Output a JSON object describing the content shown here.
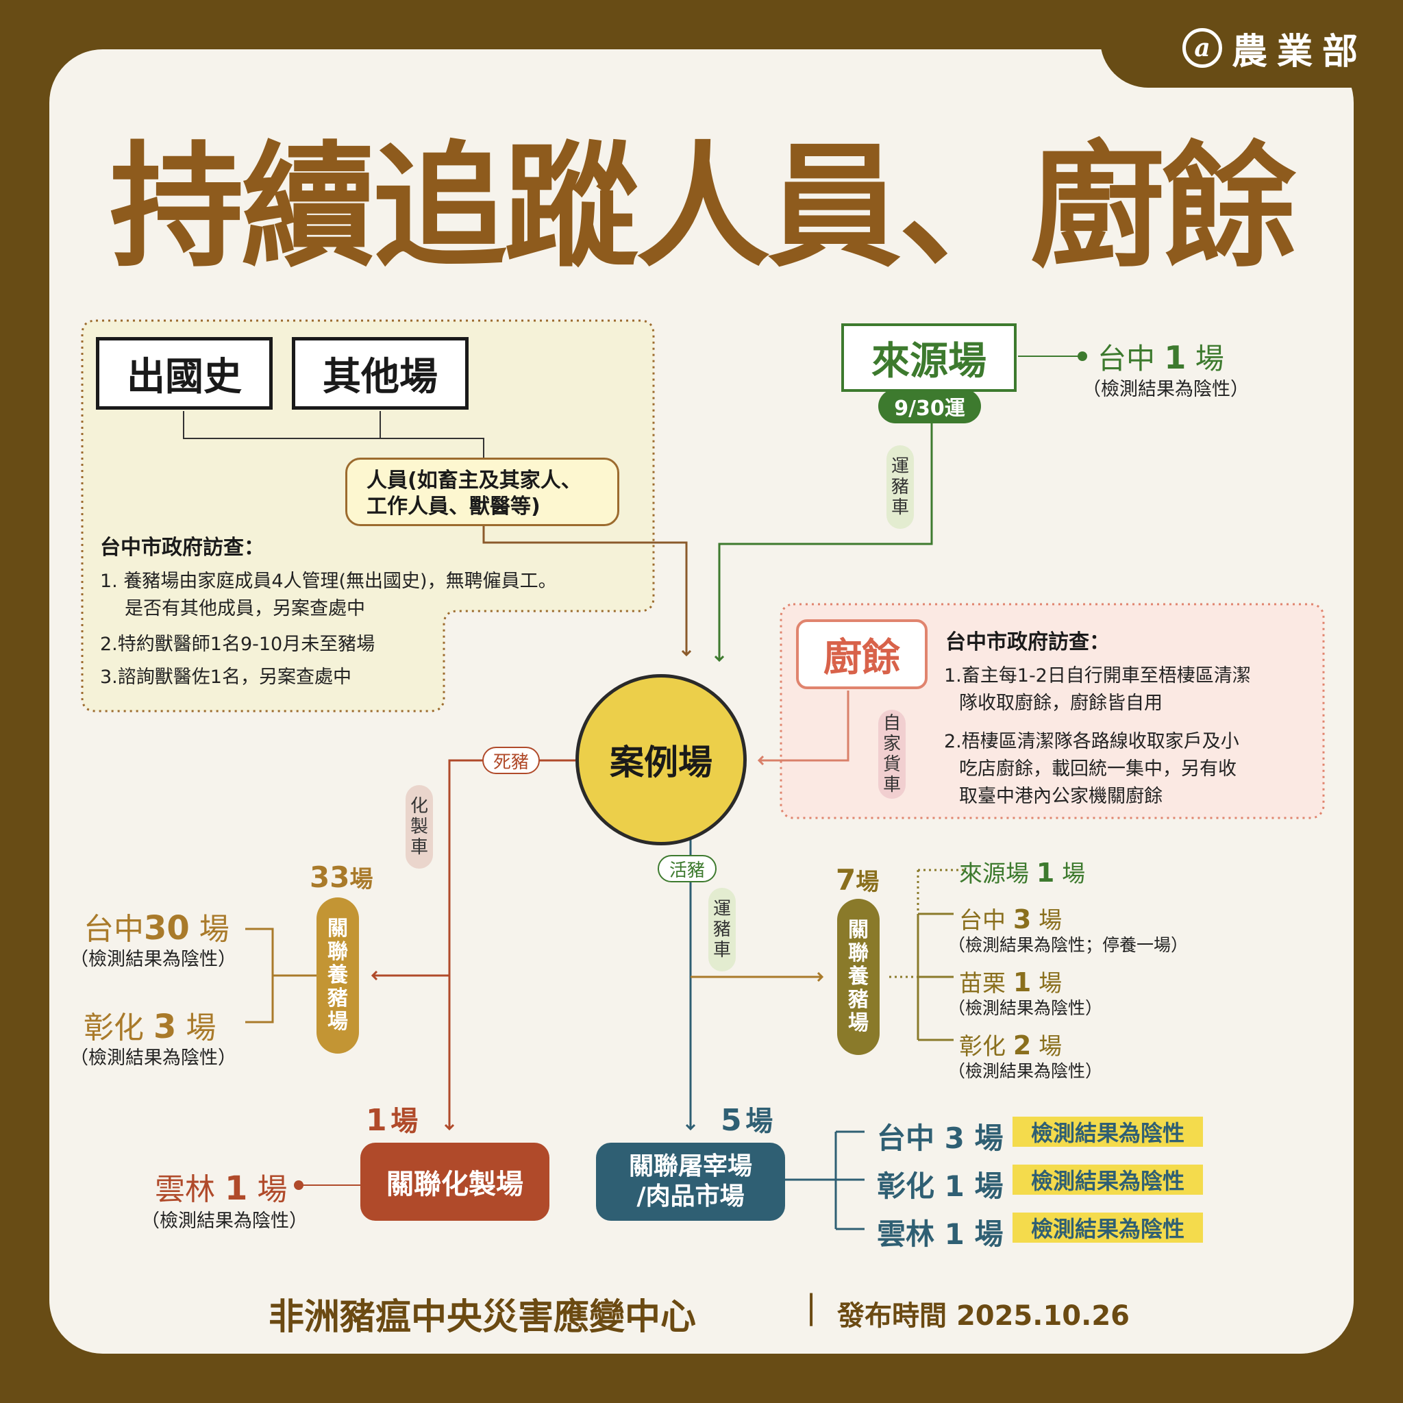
{
  "header": {
    "logo_mark": "a",
    "logo_text": "農業部",
    "title": "持續追蹤人員、廚餘"
  },
  "personnel_section": {
    "box_travel": "出國史",
    "box_other_farms": "其他場",
    "people_label_line1": "人員(如畜主及其家人、",
    "people_label_line2": "工作人員、獸醫等)",
    "investigation_title": "台中市政府訪查：",
    "items": [
      "1. 養豬場由家庭成員4人管理(無出國史)，無聘僱員工。",
      "是否有其他成員，另案查處中",
      "2.特約獸醫師1名9-10月未至豬場",
      "3.諮詢獸醫佐1名，另案查處中"
    ]
  },
  "source_farm": {
    "label": "來源場",
    "date_badge": "9/30運",
    "vehicle": [
      "運",
      "豬",
      "車"
    ],
    "result_place": "台中",
    "result_count": "1",
    "result_unit": "場",
    "result_note": "（檢測結果為陰性）"
  },
  "kitchen_waste": {
    "label": "廚餘",
    "vehicle": [
      "自",
      "家",
      "貨",
      "車"
    ],
    "investigation_title": "台中市政府訪查：",
    "items": [
      "1.畜主每1-2日自行開車至梧棲區清潔",
      "隊收取廚餘，廚餘皆自用",
      "2.梧棲區清潔隊各路線收取家戶及小",
      "吃店廚餘，載回統一集中，另有收",
      "取臺中港內公家機關廚餘"
    ]
  },
  "center": {
    "label": "案例場"
  },
  "dead_pig_branch": {
    "tag": "死豬",
    "vehicle": [
      "化",
      "製",
      "車"
    ],
    "related_farms_count": "33",
    "related_farms_unit": "場",
    "related_farms_label": [
      "關",
      "聯",
      "養",
      "豬",
      "場"
    ],
    "taichung": {
      "place": "台中",
      "count": "30",
      "unit": "場",
      "note": "（檢測結果為陰性）"
    },
    "changhua": {
      "place": "彰化",
      "count": "3",
      "unit": "場",
      "note": "（檢測結果為陰性）"
    },
    "rendering_count": "1",
    "rendering_unit": "場",
    "rendering_label": "關聯化製場",
    "yunlin": {
      "place": "雲林",
      "count": "1",
      "unit": "場",
      "note": "（檢測結果為陰性）"
    }
  },
  "live_pig_branch": {
    "tag": "活豬",
    "vehicle": [
      "運",
      "豬",
      "車"
    ],
    "related_farms_count": "7",
    "related_farms_unit": "場",
    "related_farms_label": [
      "關",
      "聯",
      "養",
      "豬",
      "場"
    ],
    "source": {
      "place": "來源場",
      "count": "1",
      "unit": "場"
    },
    "taichung": {
      "place": "台中",
      "count": "3",
      "unit": "場",
      "note": "（檢測結果為陰性；停養一場）"
    },
    "miaoli": {
      "place": "苗栗",
      "count": "1",
      "unit": "場",
      "note": "（檢測結果為陰性）"
    },
    "changhua": {
      "place": "彰化",
      "count": "2",
      "unit": "場",
      "note": "（檢測結果為陰性）"
    },
    "slaughter_count": "5",
    "slaughter_unit": "場",
    "slaughter_label_line1": "關聯屠宰場",
    "slaughter_label_line2": "/肉品市場",
    "slaughter_results": [
      {
        "place": "台中",
        "count": "3",
        "unit": "場",
        "result": "檢測結果為陰性"
      },
      {
        "place": "彰化",
        "count": "1",
        "unit": "場",
        "result": "檢測結果為陰性"
      },
      {
        "place": "雲林",
        "count": "1",
        "unit": "場",
        "result": "檢測結果為陰性"
      }
    ]
  },
  "footer": {
    "org": "非洲豬瘟中央災害應變中心",
    "divider": "|",
    "release_label": "發布時間",
    "release_date": "2025.10.26"
  },
  "colors": {
    "frame": "#684c15",
    "title": "#8e5b1d",
    "green": "#3d7a2e",
    "gold": "#a97a2a",
    "red": "#b04a2a",
    "teal": "#2f5f73",
    "center": "#eccf4a"
  }
}
